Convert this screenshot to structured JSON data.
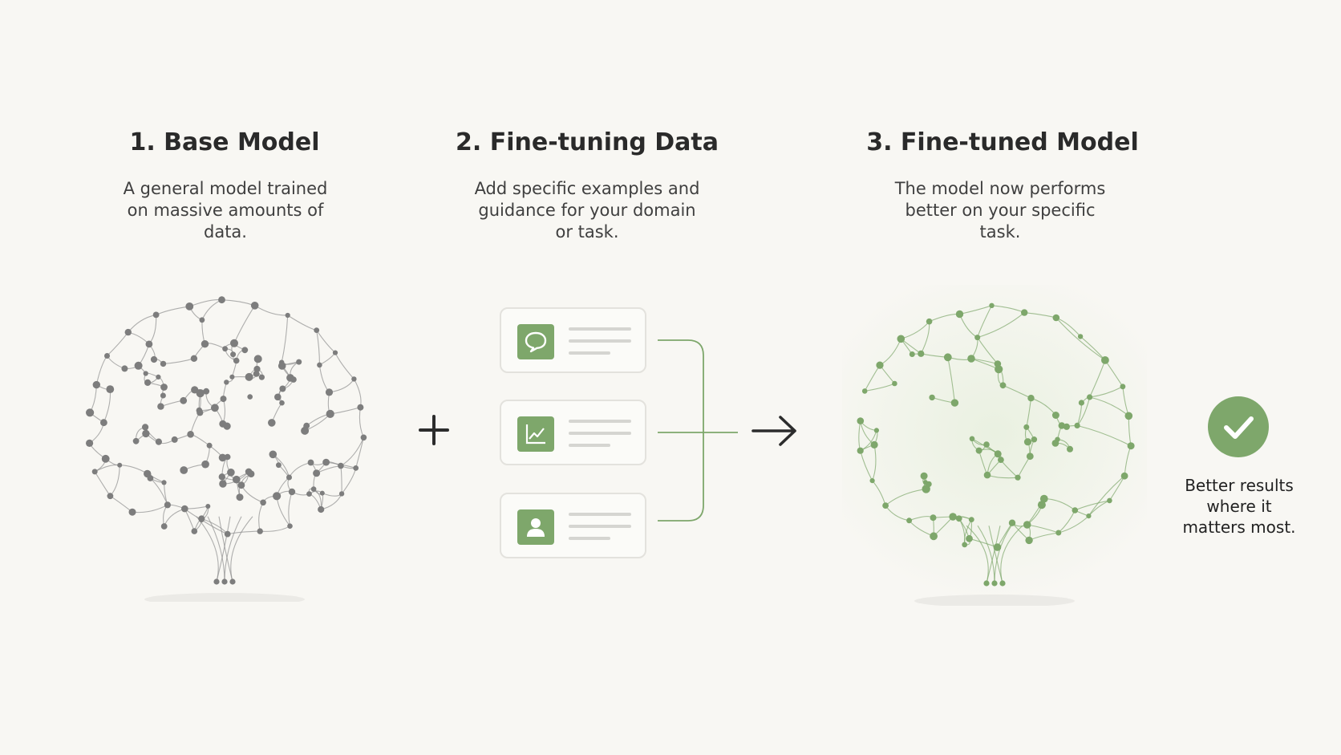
{
  "steps": [
    {
      "title": "1. Base Model",
      "desc_lines": [
        "A general model trained",
        "on massive amounts of",
        "data."
      ]
    },
    {
      "title": "2. Fine-tuning Data",
      "desc_lines": [
        "Add specific examples and",
        "guidance for your domain",
        "or task."
      ]
    },
    {
      "title": "3. Fine-tuned Model",
      "desc_lines": [
        "The model now performs",
        "better on your specific",
        "task."
      ]
    }
  ],
  "cards": [
    {
      "icon": "chat-bubble-icon"
    },
    {
      "icon": "line-chart-icon"
    },
    {
      "icon": "user-icon"
    }
  ],
  "result": {
    "icon": "checkmark-icon",
    "lines": [
      "Better results",
      "where it",
      "matters most."
    ]
  },
  "colors": {
    "background": "#f8f7f3",
    "accent_green": "#7ea76b",
    "base_network_gray": "#8a8a8a",
    "text": "#2b2b2b"
  }
}
